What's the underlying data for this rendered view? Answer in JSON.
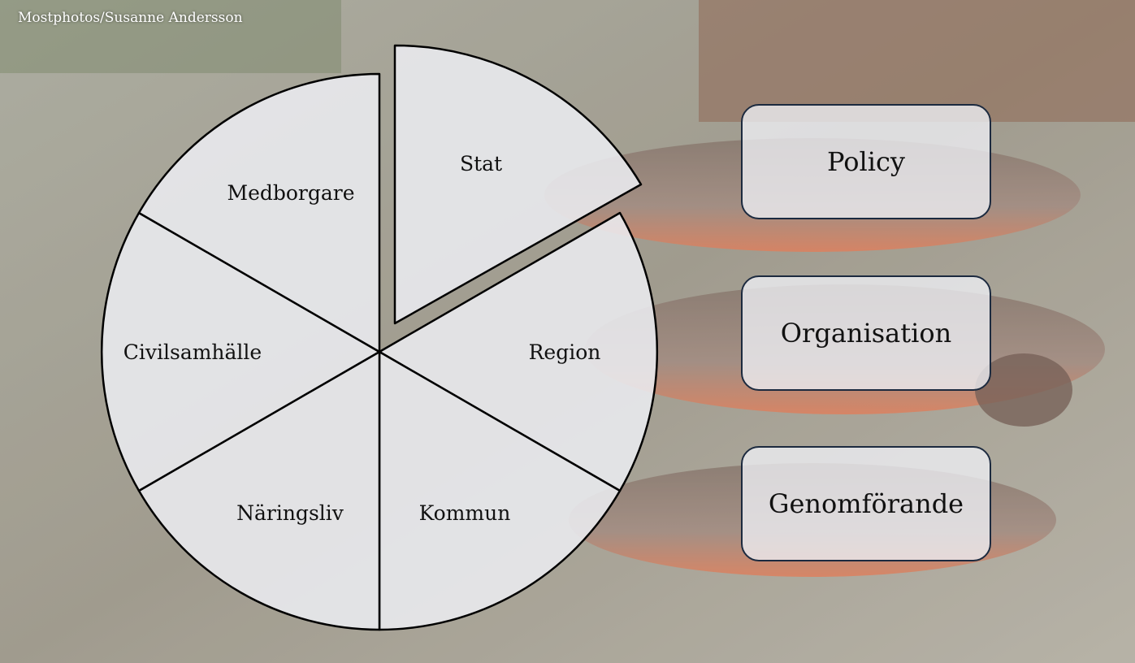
{
  "credit": "Mostphotos/Susanne Andersson",
  "segments": [
    "Stat",
    "Region",
    "Kommun",
    "Näringsliv",
    "Civilsamhälle",
    "Medborgare"
  ],
  "boxes": [
    "Policy",
    "Organisation",
    "Genomförande"
  ],
  "colors": {
    "segment_fill": "#ecedf2",
    "segment_stroke": "#000000",
    "box_border": "#1c2a3f"
  },
  "icons": {
    "background": "fish-on-rock-photo"
  }
}
